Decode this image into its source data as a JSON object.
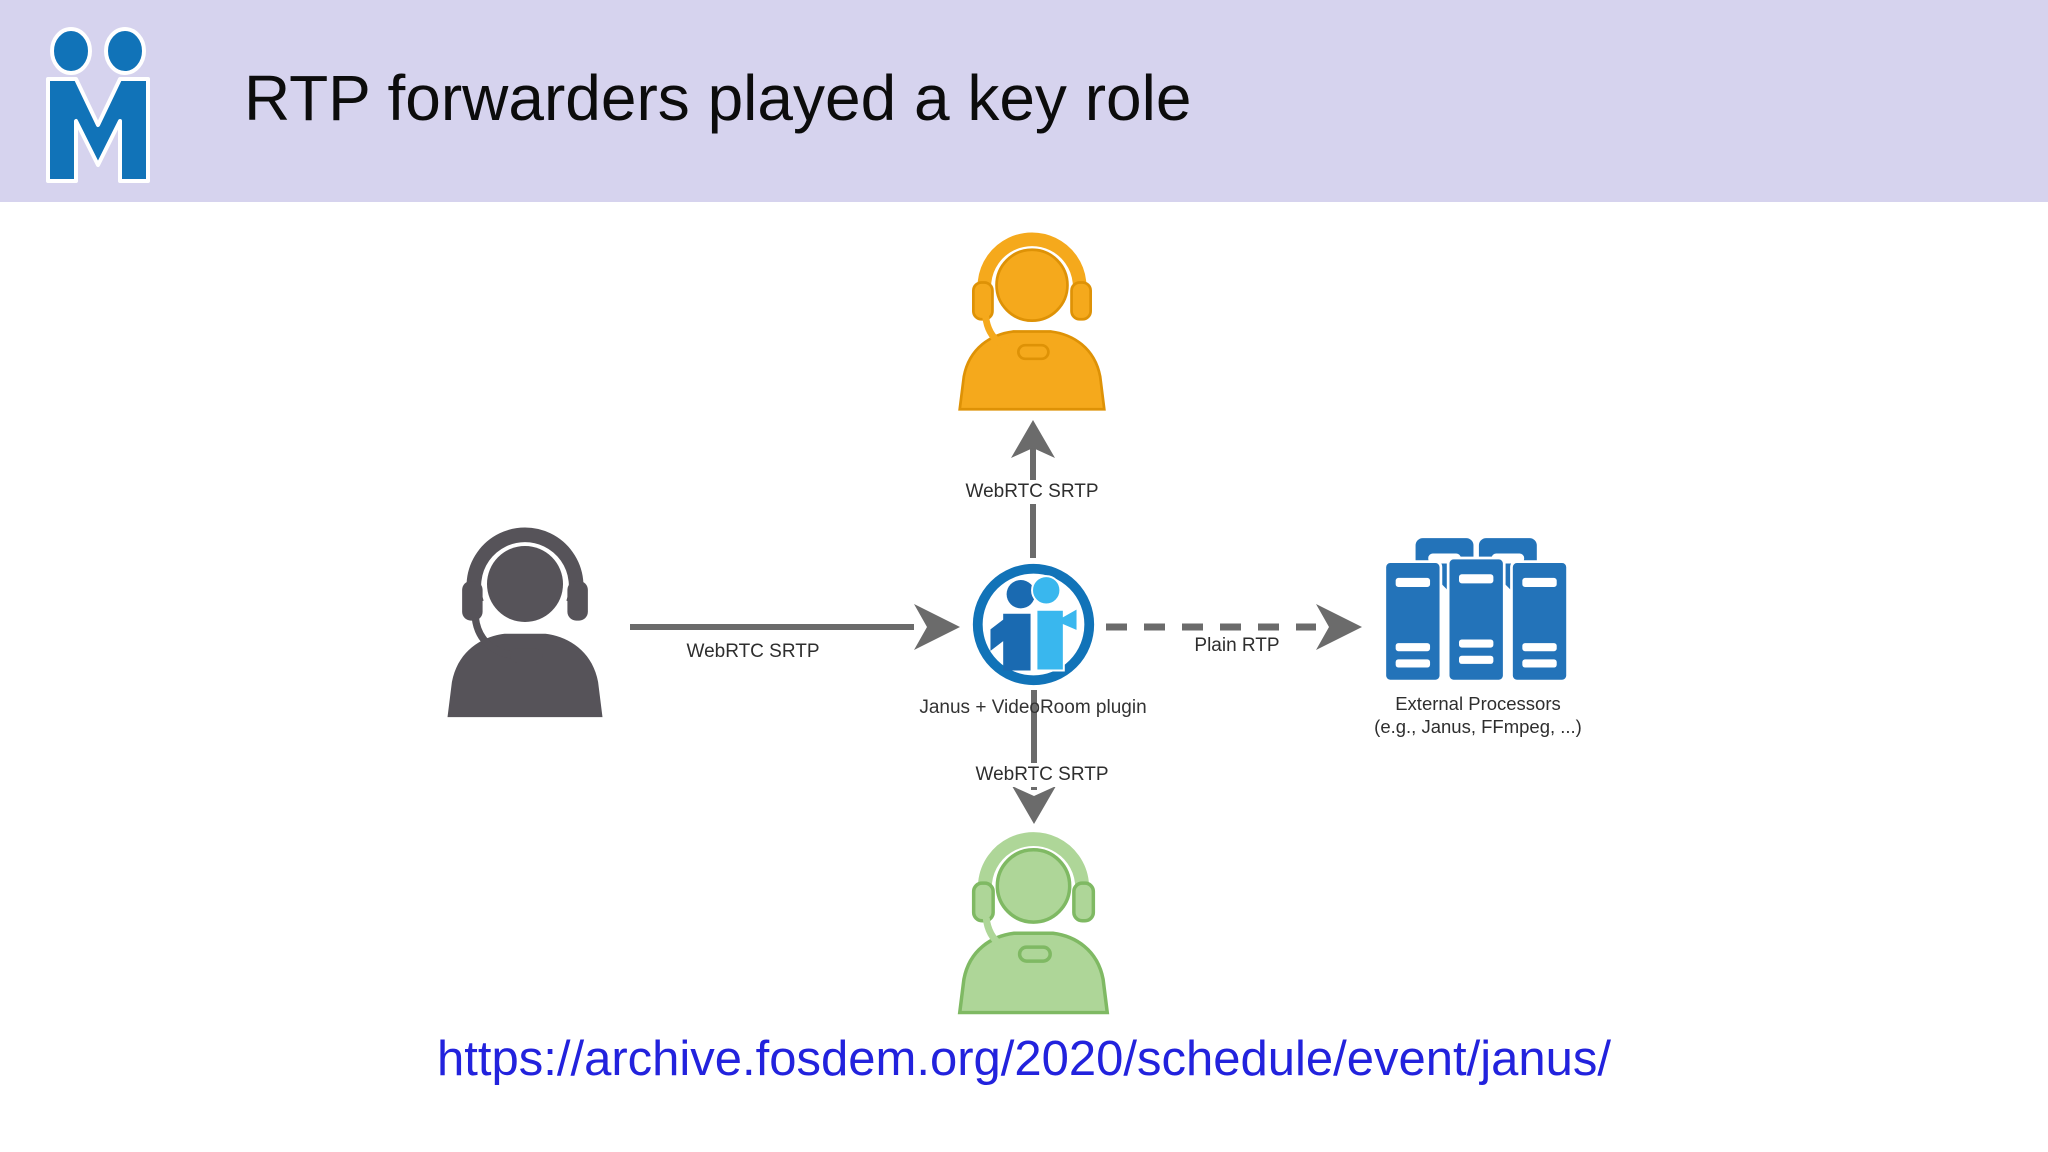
{
  "header": {
    "title": "RTP forwarders played a key role"
  },
  "diagram": {
    "center_node": {
      "label": "Janus + VideoRoom plugin"
    },
    "right_node": {
      "label_line1": "External Processors",
      "label_line2": "(e.g., Janus, FFmpeg, ...)"
    },
    "edges": {
      "publisher_to_janus": {
        "label": "WebRTC SRTP",
        "style": "solid"
      },
      "janus_to_subscriber_top": {
        "label": "WebRTC SRTP",
        "style": "solid"
      },
      "janus_to_subscriber_bottom": {
        "label": "WebRTC SRTP",
        "style": "solid"
      },
      "janus_to_external": {
        "label": "Plain RTP",
        "style": "dashed"
      }
    },
    "icons": {
      "header_logo": "meetecho-logo-icon",
      "publisher": "headset-person-icon",
      "subscriber_top": "headset-person-icon",
      "subscriber_bottom": "headset-person-icon",
      "center": "janus-logo-icon",
      "external_processors": "server-stack-icon"
    }
  },
  "footer": {
    "link": "https://archive.fosdem.org/2020/schedule/event/janus/"
  },
  "colors": {
    "header_bg": "#d6d3ee",
    "accent_blue": "#1173b8",
    "janus_dark_blue": "#1a6ab1",
    "janus_light_blue": "#39b7ee",
    "server_blue": "#2373b9",
    "publisher_gray": "#565359",
    "subscriber_orange": "#f5a91c",
    "subscriber_green": "#aed698",
    "arrow_gray": "#6b6b6b",
    "link_blue": "#2222dd"
  }
}
